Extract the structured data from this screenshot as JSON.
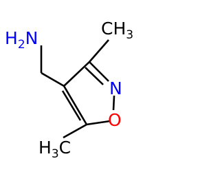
{
  "molecule": {
    "amine": {
      "main": "H",
      "sub": "2",
      "tail": "N",
      "color": "#0000ff"
    },
    "methyl_top": {
      "main": "CH",
      "sub": "3",
      "color": "#000000"
    },
    "nitrogen": {
      "label": "N",
      "color": "#0000ff"
    },
    "oxygen": {
      "label": "O",
      "color": "#ff0000"
    },
    "methyl_bottom": {
      "main": "H",
      "sub": "3",
      "tail": "C",
      "color": "#000000"
    }
  }
}
